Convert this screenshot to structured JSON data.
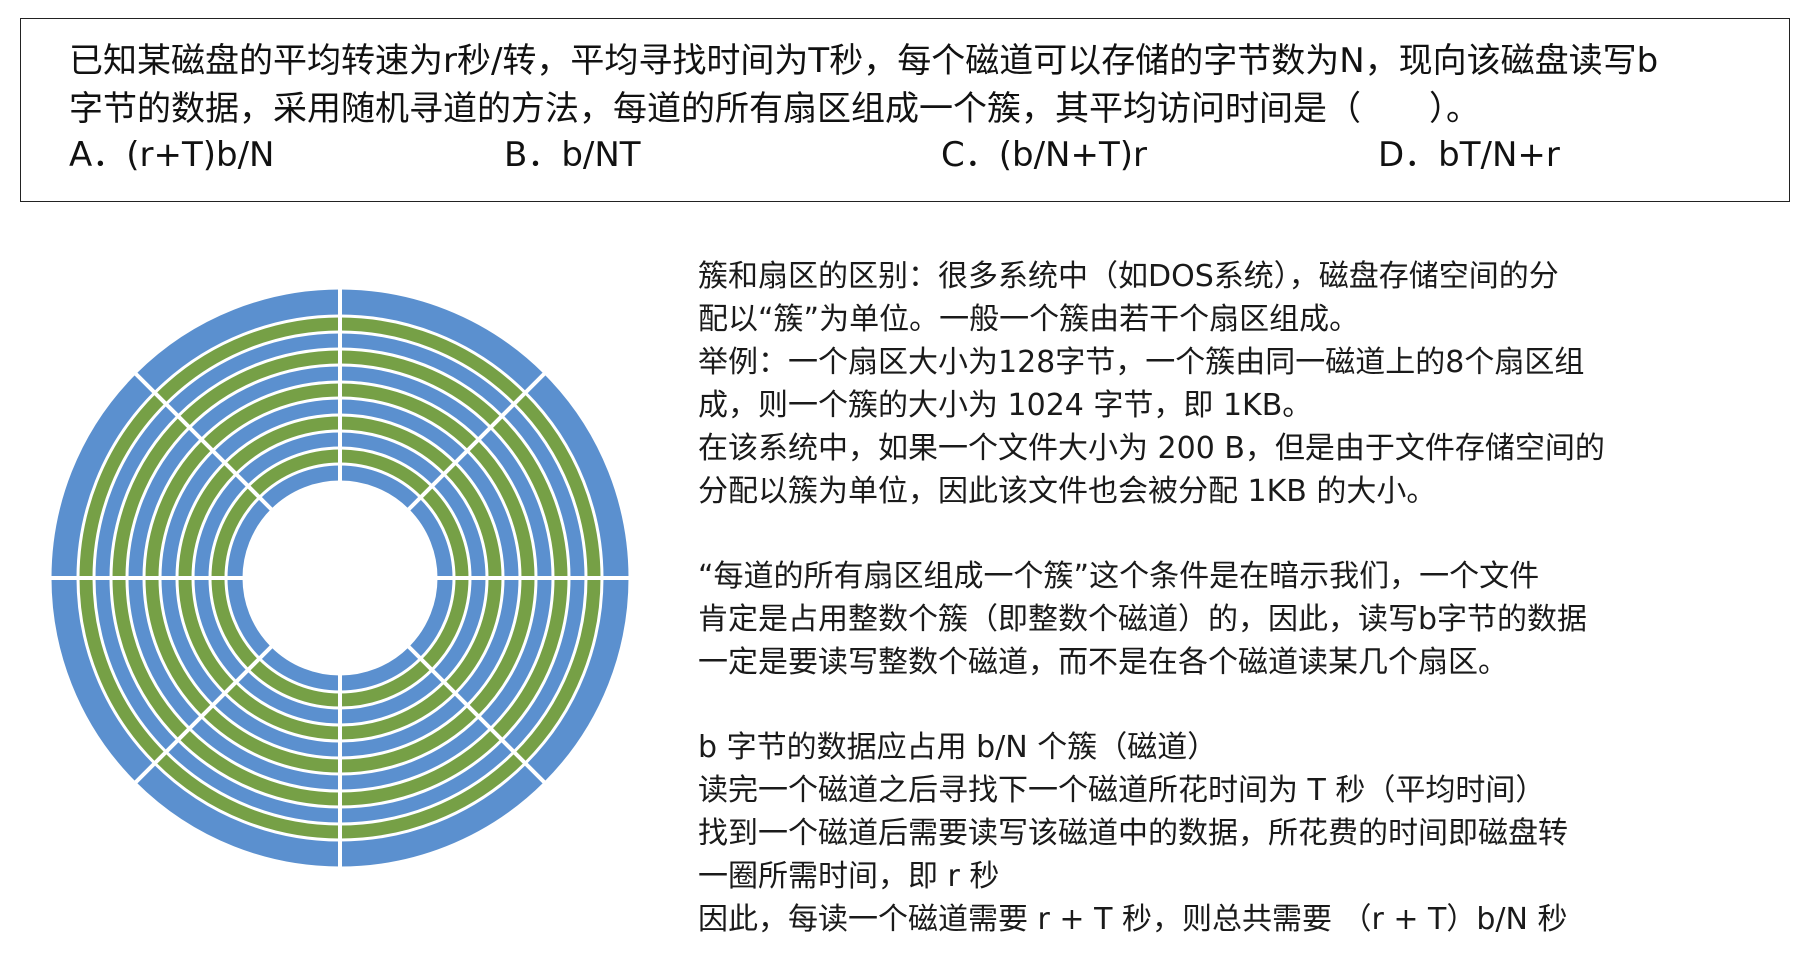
{
  "question": {
    "line1": "已知某磁盘的平均转速为r秒/转，平均寻找时间为T秒，每个磁道可以存储的字节数为N，现向该磁盘读写b",
    "line2": "字节的数据，采用随机寻道的方法，每道的所有扇区组成一个簇，其平均访问时间是（　　）。",
    "options": {
      "a": "A．(r+T)b/N",
      "b": "B．b/NT",
      "c": "C．(b/N+T)r",
      "d": "D．bT/N+r"
    }
  },
  "disk": {
    "outer_color": "#5b90cf",
    "track_colors": [
      "#5b90cf",
      "#76a046"
    ]
  },
  "explanation": {
    "p1": [
      "簇和扇区的区别：很多系统中（如DOS系统），磁盘存储空间的分",
      "配以“簇”为单位。一般一个簇由若干个扇区组成。",
      "举例：一个扇区大小为128字节，一个簇由同一磁道上的8个扇区组",
      "成，则一个簇的大小为 1024 字节，即 1KB。",
      "在该系统中，如果一个文件大小为 200 B，但是由于文件存储空间的",
      "分配以簇为单位，因此该文件也会被分配 1KB 的大小。"
    ],
    "p2": [
      "“每道的所有扇区组成一个簇”这个条件是在暗示我们，一个文件",
      "肯定是占用整数个簇（即整数个磁道）的，因此，读写b字节的数据",
      "一定是要读写整数个磁道，而不是在各个磁道读某几个扇区。"
    ],
    "p3": [
      "b 字节的数据应占用 b/N 个簇（磁道）",
      "读完一个磁道之后寻找下一个磁道所花时间为 T 秒（平均时间）",
      "找到一个磁道后需要读写该磁道中的数据，所花费的时间即磁盘转",
      "一圈所需时间，即 r 秒",
      "因此，每读一个磁道需要 r + T 秒，则总共需要 （r + T）b/N 秒"
    ]
  }
}
